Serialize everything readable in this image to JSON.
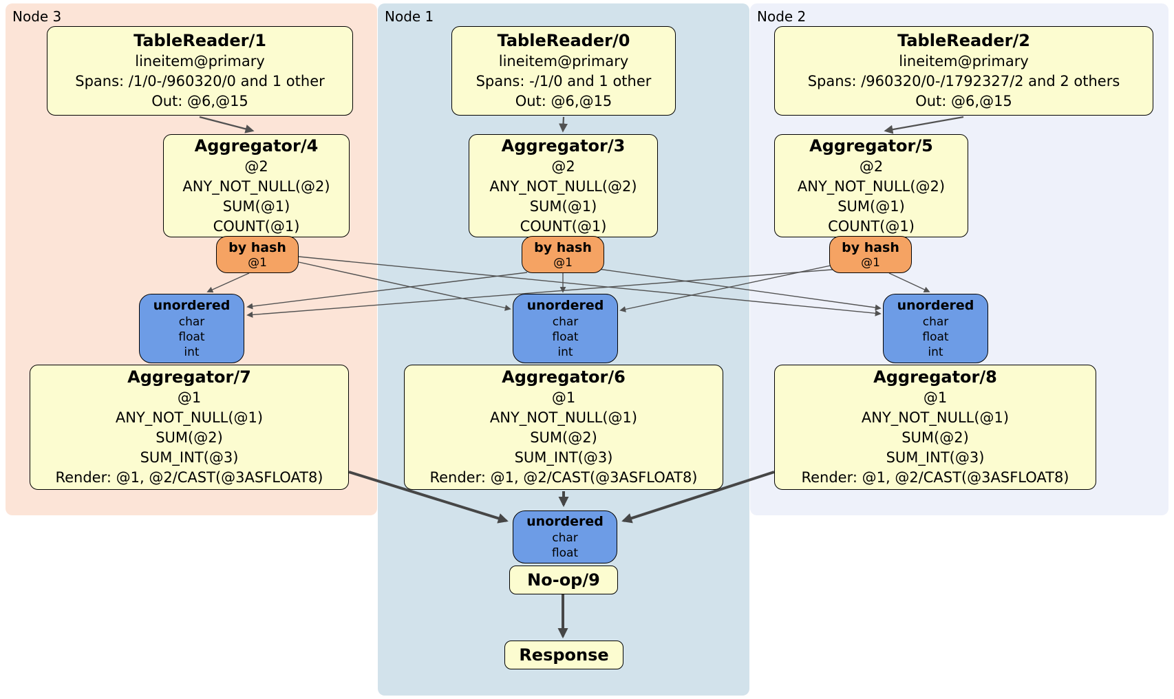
{
  "colors": {
    "band_node3": "#fce4d7",
    "band_node1": "#d2e2eb",
    "band_node2": "#eef1fa",
    "processor_fill": "#fcfcd0",
    "router_fill": "#f5a363",
    "sync_fill": "#6d9ce6",
    "edge": "#515151",
    "edge_thick": "#464646"
  },
  "nodes": [
    {
      "label": "Node 3",
      "table_reader": {
        "title": "TableReader/1",
        "lines": [
          "lineitem@primary",
          "Spans: /1/0-/960320/0 and 1 other",
          "Out: @6,@15"
        ]
      },
      "aggregator_top": {
        "title": "Aggregator/4",
        "lines": [
          "@2",
          "ANY_NOT_NULL(@2)",
          "SUM(@1)",
          "COUNT(@1)"
        ]
      },
      "router": {
        "title": "by hash",
        "detail": "@1"
      },
      "sync": {
        "title": "unordered",
        "lines": [
          "char",
          "float",
          "int"
        ]
      },
      "aggregator_bottom": {
        "title": "Aggregator/7",
        "lines": [
          "@1",
          "ANY_NOT_NULL(@1)",
          "SUM(@2)",
          "SUM_INT(@3)",
          "Render: @1, @2/CAST(@3ASFLOAT8)"
        ]
      }
    },
    {
      "label": "Node 1",
      "table_reader": {
        "title": "TableReader/0",
        "lines": [
          "lineitem@primary",
          "Spans: -/1/0 and 1 other",
          "Out: @6,@15"
        ]
      },
      "aggregator_top": {
        "title": "Aggregator/3",
        "lines": [
          "@2",
          "ANY_NOT_NULL(@2)",
          "SUM(@1)",
          "COUNT(@1)"
        ]
      },
      "router": {
        "title": "by hash",
        "detail": "@1"
      },
      "sync": {
        "title": "unordered",
        "lines": [
          "char",
          "float",
          "int"
        ]
      },
      "aggregator_bottom": {
        "title": "Aggregator/6",
        "lines": [
          "@1",
          "ANY_NOT_NULL(@1)",
          "SUM(@2)",
          "SUM_INT(@3)",
          "Render: @1, @2/CAST(@3ASFLOAT8)"
        ]
      }
    },
    {
      "label": "Node 2",
      "table_reader": {
        "title": "TableReader/2",
        "lines": [
          "lineitem@primary",
          "Spans: /960320/0-/1792327/2 and 2 others",
          "Out: @6,@15"
        ]
      },
      "aggregator_top": {
        "title": "Aggregator/5",
        "lines": [
          "@2",
          "ANY_NOT_NULL(@2)",
          "SUM(@1)",
          "COUNT(@1)"
        ]
      },
      "router": {
        "title": "by hash",
        "detail": "@1"
      },
      "sync": {
        "title": "unordered",
        "lines": [
          "char",
          "float",
          "int"
        ]
      },
      "aggregator_bottom": {
        "title": "Aggregator/8",
        "lines": [
          "@1",
          "ANY_NOT_NULL(@1)",
          "SUM(@2)",
          "SUM_INT(@3)",
          "Render: @1, @2/CAST(@3ASFLOAT8)"
        ]
      }
    }
  ],
  "final_stage": {
    "sync": {
      "title": "unordered",
      "lines": [
        "char",
        "float"
      ]
    },
    "noop_title": "No-op/9",
    "response_title": "Response"
  }
}
